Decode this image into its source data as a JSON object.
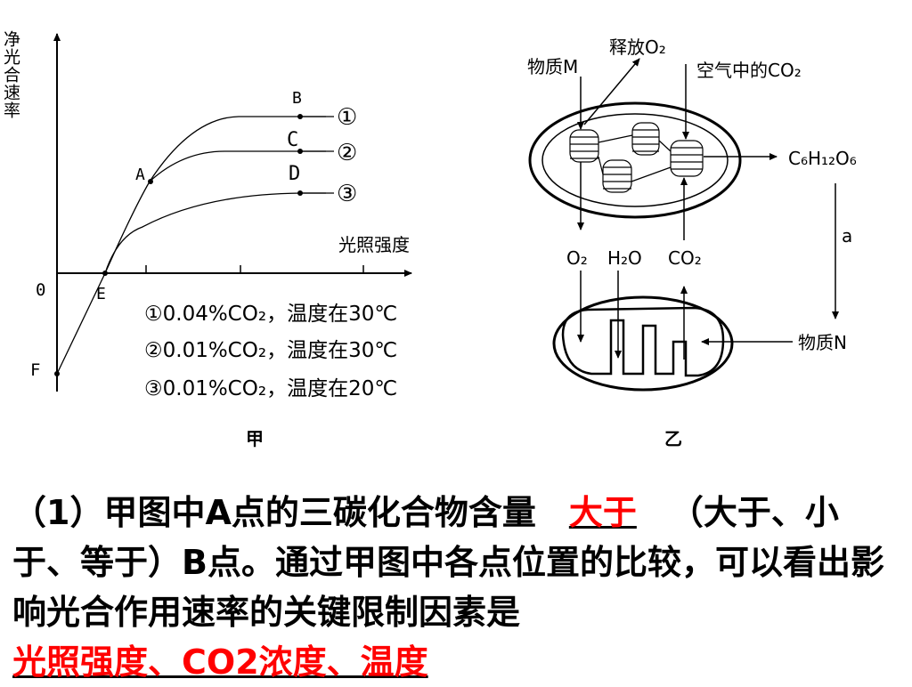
{
  "graph_jia": {
    "y_axis_label": "净光合速率",
    "x_axis_label": "光照强度",
    "origin_label": "0",
    "point_labels": [
      "A",
      "B",
      "C",
      "D",
      "E",
      "F"
    ],
    "curve_markers": [
      "①",
      "②",
      "③"
    ],
    "legend": [
      "①0.04%CO₂，温度在30℃",
      "②0.01%CO₂，温度在30℃",
      "③0.01%CO₂，温度在20℃"
    ],
    "caption": "甲"
  },
  "diagram_yi": {
    "label_release_o2": "释放O₂",
    "label_substance_m": "物质M",
    "label_air_co2": "空气中的CO₂",
    "label_glucose": "C₆H₁₂O₆",
    "label_a": "a",
    "label_o2": "O₂",
    "label_h2o": "H₂O",
    "label_co2": "CO₂",
    "label_substance_n": "物质N",
    "caption": "乙"
  },
  "question": {
    "part1": "（1）甲图中A点的三碳化合物含量",
    "answer1": "大于",
    "part2": "（大于、小于、等于）B点。通过甲图中各点位置的比较，可以看出影响光合作用速率的关键限制因素是",
    "answer2": "光照强度、CO2浓度、温度"
  },
  "colors": {
    "answer": "#ff0000",
    "ink": "#000000"
  }
}
